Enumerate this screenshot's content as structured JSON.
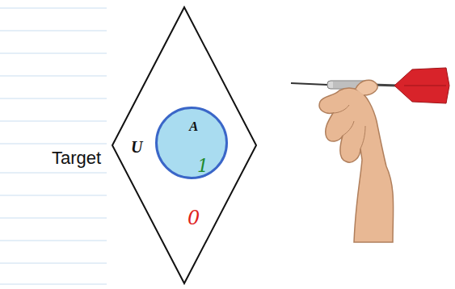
{
  "diagram": {
    "nodes": [
      {
        "text": [
          "U",
          "0"
        ]
      },
      {
        "text": [
          "A",
          "1"
        ],
        "in": 0
      }
    ],
    "labels": [
      "Target"
    ]
  }
}
